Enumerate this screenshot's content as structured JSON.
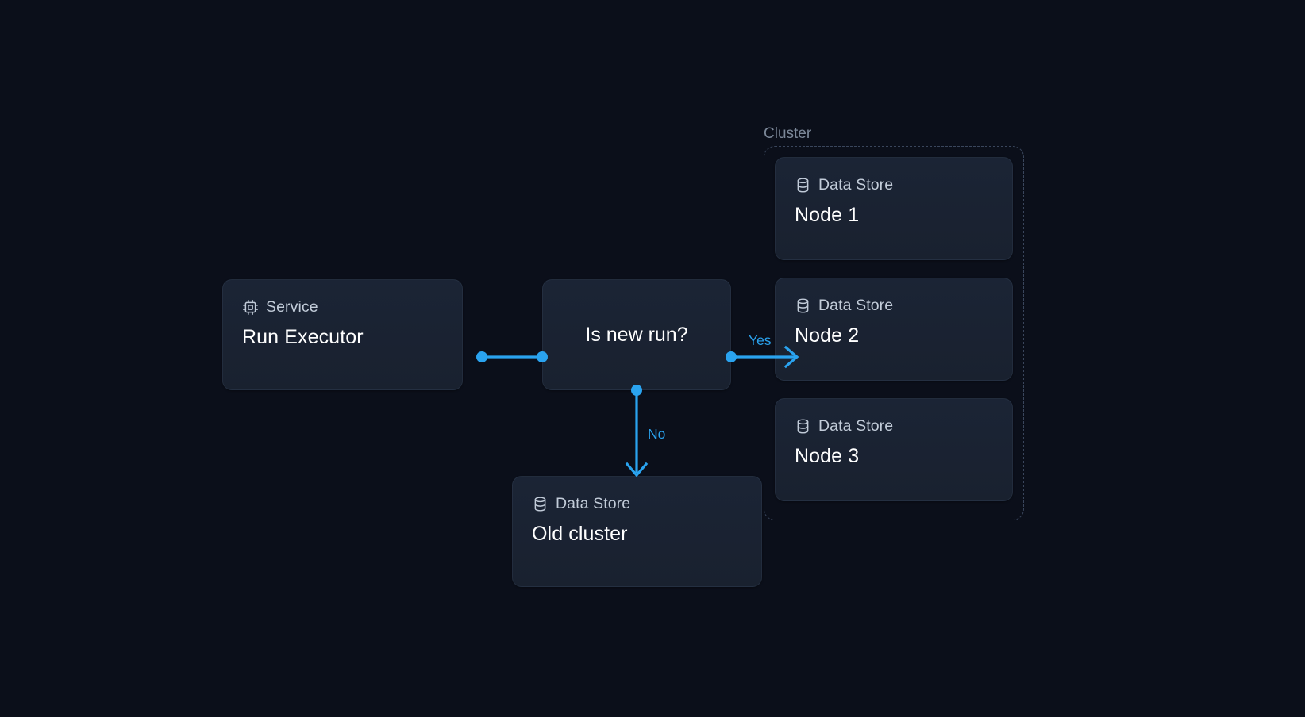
{
  "canvas": {
    "background_color": "#0b0f1a",
    "accent_color": "#2aa3ef",
    "node_background_color": "#1b2435",
    "node_title_color": "#ffffff",
    "node_type_color": "#c2ccd9",
    "cluster_border_color": "#3a465c",
    "cluster_label_color": "#7c8899"
  },
  "cluster": {
    "label": "Cluster",
    "nodes": [
      {
        "type": "Data Store",
        "title": "Node 1",
        "icon": "database-icon"
      },
      {
        "type": "Data Store",
        "title": "Node 2",
        "icon": "database-icon"
      },
      {
        "type": "Data Store",
        "title": "Node 3",
        "icon": "database-icon"
      }
    ]
  },
  "nodes": {
    "service": {
      "type": "Service",
      "title": "Run Executor",
      "icon": "cpu-icon"
    },
    "decision": {
      "label": "Is new run?"
    },
    "old_cluster": {
      "type": "Data Store",
      "title": "Old cluster",
      "icon": "database-icon"
    }
  },
  "edges": {
    "service_to_decision": {
      "label": ""
    },
    "decision_to_cluster": {
      "label": "Yes"
    },
    "decision_to_old_cluster": {
      "label": "No"
    }
  }
}
